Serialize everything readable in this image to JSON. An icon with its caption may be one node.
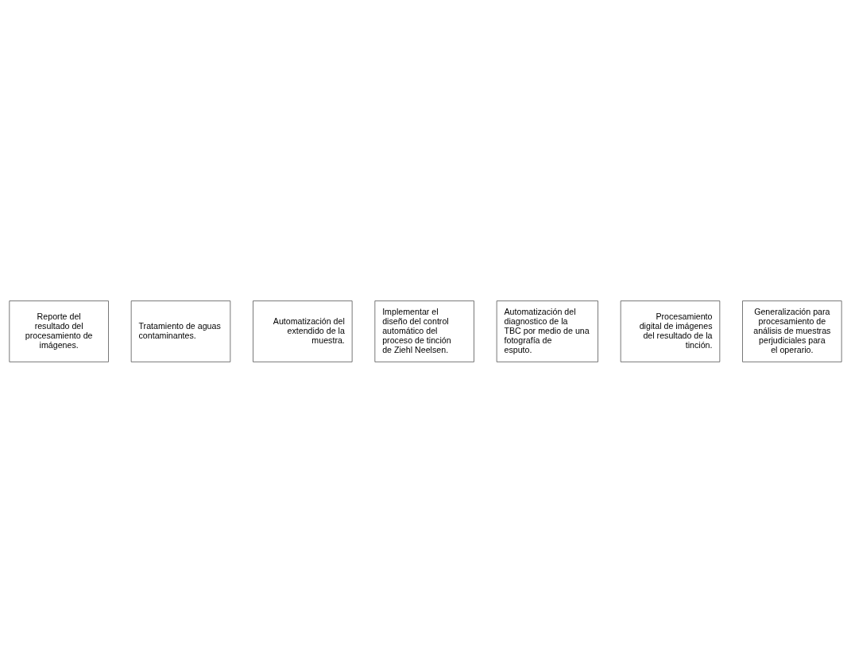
{
  "diagram": {
    "nodes": [
      {
        "text": [
          "Reporte del resultado del procesamiento de imágenes."
        ]
      },
      {
        "text": [
          "Tratamiento de aguas contaminantes."
        ]
      },
      {
        "text": [
          "Automatización del extendido de la muestra."
        ]
      },
      {
        "text": [
          "Implementar el diseño del control automático del proceso de tinción de Ziehl Neelsen."
        ]
      },
      {
        "text": [
          "Automatización del diagnostico de la TBC por medio de una fotografía de esputo."
        ]
      },
      {
        "text": [
          "Procesamiento digital de imágenes del resultado de la tinción."
        ]
      },
      {
        "text": [
          "Generalización para procesamiento de análisis de muestras perjudiciales para el operario."
        ]
      }
    ]
  }
}
